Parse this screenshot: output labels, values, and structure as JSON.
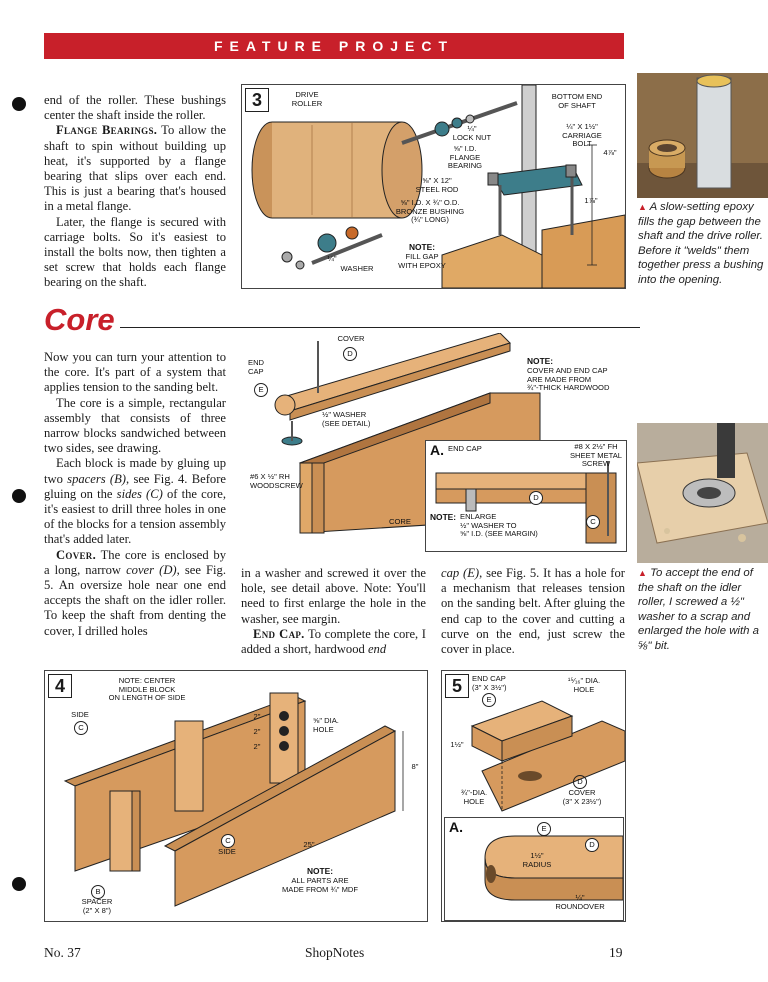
{
  "banner": "FEATURE PROJECT",
  "col1_top": {
    "p1": "end of the roller. These bushings center the shaft inside the roller.",
    "p2_lead": "Flange Bearings.",
    "p2": " To allow the shaft to spin without building up heat, it's supported by a flange bearing that slips over each end. This is just a bearing that's housed in a metal flange.",
    "p3": "Later, the flange is secured with carriage bolts. So it's easiest to install the bolts now, then tighten a set screw that holds each flange bearing on the shaft."
  },
  "fig3": {
    "num": "3",
    "drive_roller": "DRIVE\nROLLER",
    "bottom_end": "BOTTOM END\nOF SHAFT",
    "lock_nut": "¼\"\nLOCK NUT",
    "carriage_bolt": "¼\" x 1½\"\nCARRIAGE\nBOLT",
    "flange_bearing": "⅝\" I.D.\nFLANGE\nBEARING",
    "dim_4": "4⅞\"",
    "steel_rod": "⅝\" x 12\"\nSTEEL ROD",
    "dim_1": "1⅞\"",
    "bushing": "⅝\" I.D. x ¾\" O.D.\nBRONZE BUSHING\n(¾\" LONG)",
    "note_title": "NOTE:",
    "note_body": "FILL GAP\nWITH EPOXY",
    "washer_size": "¼\"",
    "washer": "WASHER"
  },
  "photo1_caption": "A slow-setting epoxy fills the gap between the shaft and the drive roller. Before it \"welds\" them together press a bushing into the opening.",
  "core_heading": "Core",
  "col1_core": {
    "p1": "Now you can turn your attention to the core. It's part of a system that applies tension to the sanding belt.",
    "p2": "The core is a simple, rectangular assembly that consists of three narrow blocks sandwiched between two sides, see drawing.",
    "p3a": "Each block is made by gluing up two ",
    "p3b": "spacers (B)",
    "p3c": ", see Fig. 4. Before gluing on the ",
    "p3d": "sides (C)",
    "p3e": " of the core, it's easiest to drill three holes in one of the blocks for a tension assembly that's added later.",
    "p4_lead": "Cover.",
    "p4a": " The core is enclosed by a long, narrow ",
    "p4b": "cover (D)",
    "p4c": ", see Fig. 5. An oversize hole near one end accepts the shaft on the idler roller. To keep the shaft from denting the cover, I drilled holes"
  },
  "col2_core": {
    "p1": "in a washer and screwed it over the hole, see detail above. Note: You'll need to first enlarge the hole in the washer, see margin.",
    "p2_lead": "End Cap.",
    "p2a": " To complete the core, I added a short, hardwood ",
    "p2b": "end"
  },
  "col3_core": {
    "p1a": "cap (E)",
    "p1b": ", see Fig. 5. It has a hole for a mechanism that releases tension on the sanding belt. After gluing the end cap to the cover and cutting a curve on the end, just screw the cover in place."
  },
  "core_fig": {
    "cover": "COVER",
    "cover_d": "D",
    "end_cap": "END\nCAP",
    "end_cap_e": "E",
    "note_title": "NOTE:",
    "note_body": "COVER AND END CAP\nARE MADE FROM\n¾\"-THICK HARDWOOD",
    "washer": "½\" WASHER\n(SEE DETAIL)",
    "woodscrew": "#6 x ½\" Rh\nWOODSCREW",
    "core": "CORE",
    "detail_a": "a.",
    "detail_end_cap": "END CAP",
    "sheet_screw": "#8 x 2½\" Fh\nSHEET METAL\nSCREW",
    "detail_d": "D",
    "detail_c": "C",
    "detail_note_title": "NOTE:",
    "detail_note_body": "ENLARGE\n½\" WASHER TO\n⅝\" I.D. (SEE MARGIN)"
  },
  "photo2_caption_a": "To accept the end of the shaft on the idler roller, I screwed a ",
  "photo2_caption_frac": "½\"",
  "photo2_caption_b": " washer to a scrap and enlarged the hole with a ",
  "photo2_caption_frac2": "⅝\"",
  "photo2_caption_c": " bit.",
  "fig4": {
    "num": "4",
    "note": "NOTE: CENTER\nMIDDLE BLOCK\nON LENGTH OF SIDE",
    "side": "SIDE",
    "side_c": "C",
    "hole": "⅝\" DIA.\nHOLE",
    "dim_2a": "2\"",
    "dim_2b": "2\"",
    "dim_2c": "2\"",
    "dim_8": "8\"",
    "side2_c": "C",
    "side2": "SIDE",
    "dim_25": "25\"",
    "note2_title": "NOTE:",
    "note2_body": "ALL PARTS ARE\nMADE FROM ¾\" MDF",
    "spacer_b": "B",
    "spacer": "SPACER\n(2\" x 8\")"
  },
  "fig5": {
    "num": "5",
    "end_cap": "END CAP\n(3\" x 3½\")",
    "end_cap_e": "E",
    "hole": "¹⁵⁄₁₆\" DIA.\nHOLE",
    "dim_1half": "1½\"",
    "hole2": "¾\"-DIA.\nHOLE",
    "cover_d": "D",
    "cover": "COVER\n(3\" x 23½\")",
    "detail_a": "a.",
    "detail_e": "E",
    "detail_d": "D",
    "radius": "1½\"\nRADIUS",
    "roundover": "¼\"\nROUNDOVER"
  },
  "footer": {
    "left": "No. 37",
    "center": "ShopNotes",
    "right": "19"
  }
}
